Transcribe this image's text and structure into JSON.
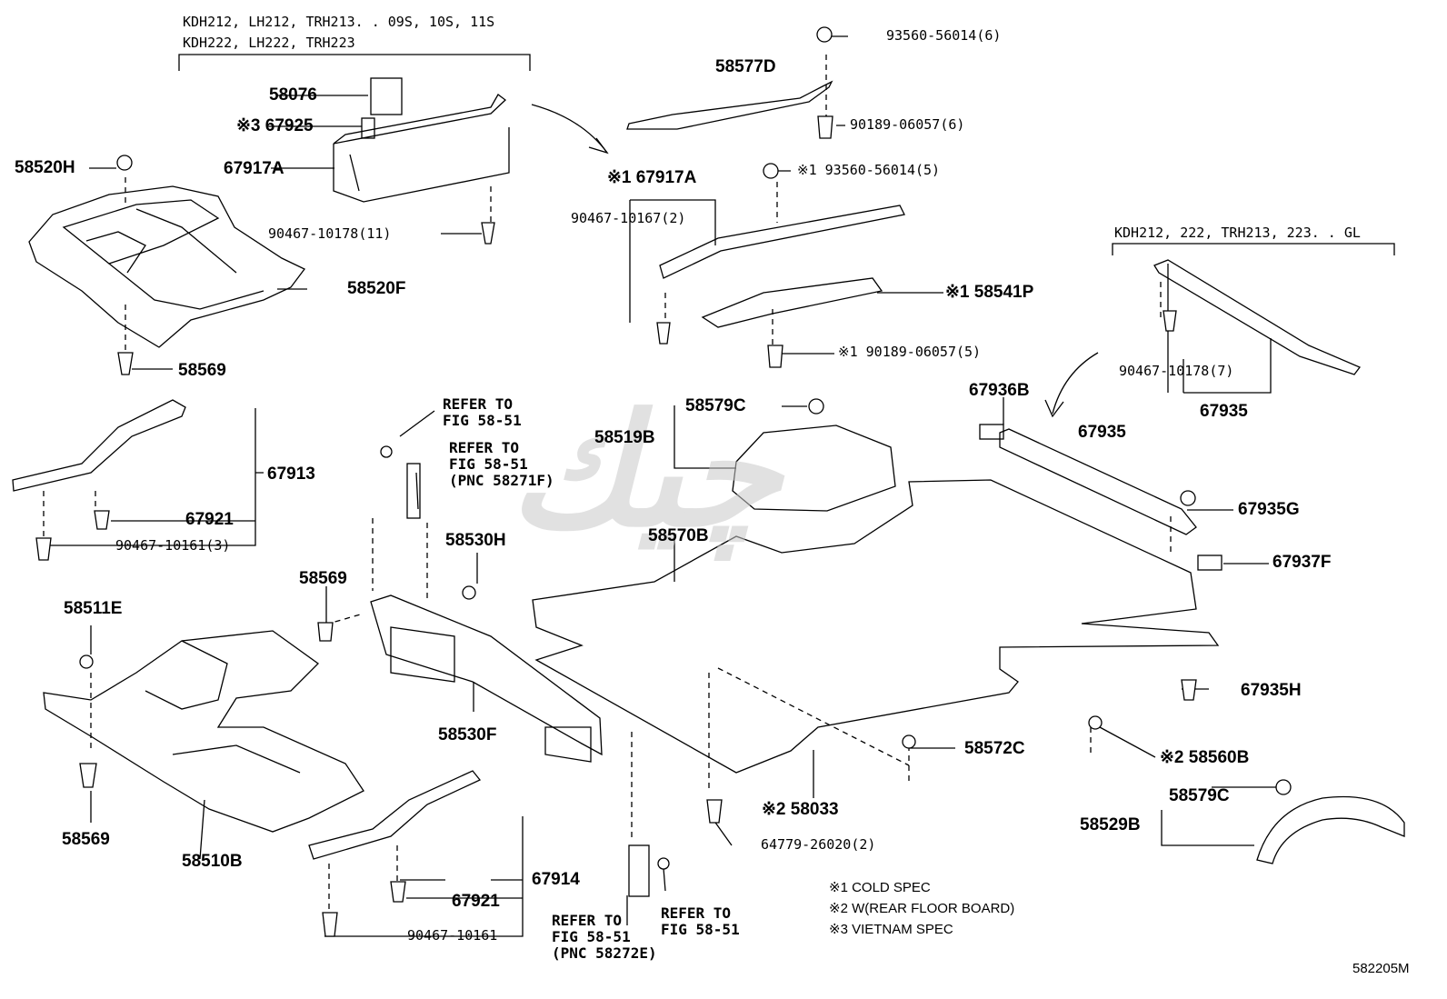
{
  "header_applicability": {
    "line1": "KDH212, LH212, TRH213. . 09S, 10S, 11S",
    "line2": "KDH222, LH222, TRH223"
  },
  "applicability_right": "KDH212, 222, TRH213, 223. . GL",
  "parts": {
    "p58076": "58076",
    "p67925": "※3 67925",
    "p58520H": "58520H",
    "p67917A_left": "67917A",
    "p90467_10178_11": "90467-10178(11)",
    "p58520F": "58520F",
    "p58569_top": "58569",
    "p67913": "67913",
    "p67921_top": "67921",
    "p90467_10161_3": "90467-10161(3)",
    "p58577D": "58577D",
    "p93560_56014_6": "93560-56014(6)",
    "p90189_06057_6": "90189-06057(6)",
    "p67917A_cold": "※1 67917A",
    "p93560_56014_5": "※1 93560-56014(5)",
    "p90467_10167_2": "90467-10167(2)",
    "p58541P": "※1 58541P",
    "p90189_06057_5": "※1 90189-06057(5)",
    "p90467_10178_7": "90467-10178(7)",
    "p67935_right": "67935",
    "p67936B": "67936B",
    "p67935_mid": "67935",
    "p67935G": "67935G",
    "p67937F": "67937F",
    "p58579C_top": "58579C",
    "p58519B": "58519B",
    "p58570B": "58570B",
    "p58530H": "58530H",
    "p58569_mid": "58569",
    "p58511E": "58511E",
    "p58530F": "58530F",
    "p58569_bottom": "58569",
    "p58510B": "58510B",
    "p67914": "67914",
    "p67921_bottom": "67921",
    "p90467_10161": "90467-10161",
    "p67935H": "67935H",
    "p58572C": "58572C",
    "p58560B": "※2 58560B",
    "p58033": "※2 58033",
    "p64779_26020_2": "64779-26020(2)",
    "p58579C_bottom": "58579C",
    "p58529B": "58529B"
  },
  "references": {
    "ref1": "REFER TO\nFIG 58-51",
    "ref2": "REFER TO\nFIG 58-51\n(PNC 58271F)",
    "ref3": "REFER TO\nFIG 58-51\n(PNC 58272E)",
    "ref4": "REFER TO\nFIG 58-51"
  },
  "notes": {
    "n1": "※1 COLD SPEC",
    "n2": "※2 W(REAR FLOOR BOARD)",
    "n3": "※3 VIETNAM SPEC"
  },
  "figure_code": "582205M"
}
